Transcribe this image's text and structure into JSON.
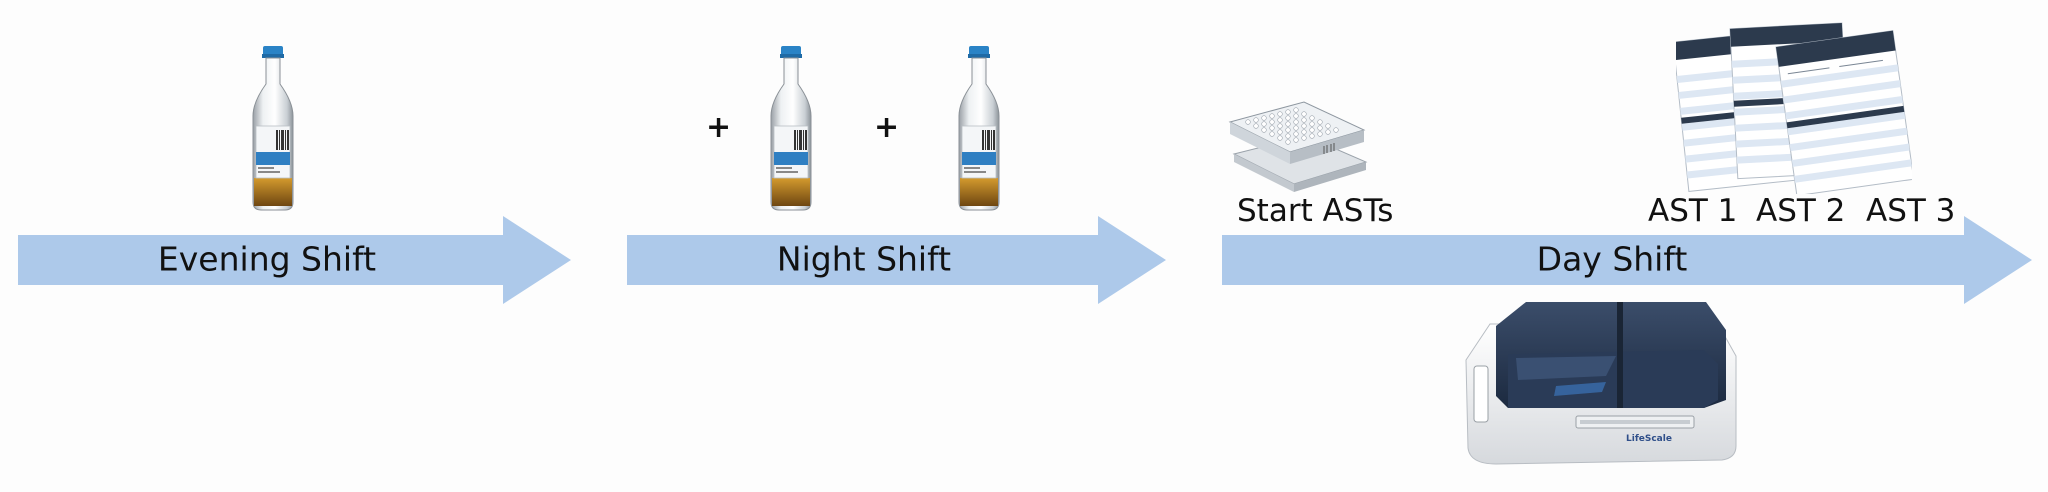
{
  "arrows": [
    {
      "label": "Evening Shift"
    },
    {
      "label": "Night Shift"
    },
    {
      "label": "Day Shift"
    }
  ],
  "plus_sign": "+",
  "captions": {
    "start": "Start ASTs",
    "ast1": "AST 1",
    "ast2": "AST 2",
    "ast3": "AST 3"
  },
  "instrument": {
    "brand": "LifeScale"
  },
  "colors": {
    "arrow": "#adc9ea",
    "bottle_cap": "#2a83c6",
    "bottle_liquid": "#b07a1e",
    "instrument_dark": "#26364f",
    "report_header": "#2c3a4d",
    "report_stripe": "#dde7f3"
  },
  "icons": [
    "blood-culture-bottle-icon",
    "microplate-stack-icon",
    "ast-report-stack-icon",
    "lifescale-instrument-icon"
  ]
}
